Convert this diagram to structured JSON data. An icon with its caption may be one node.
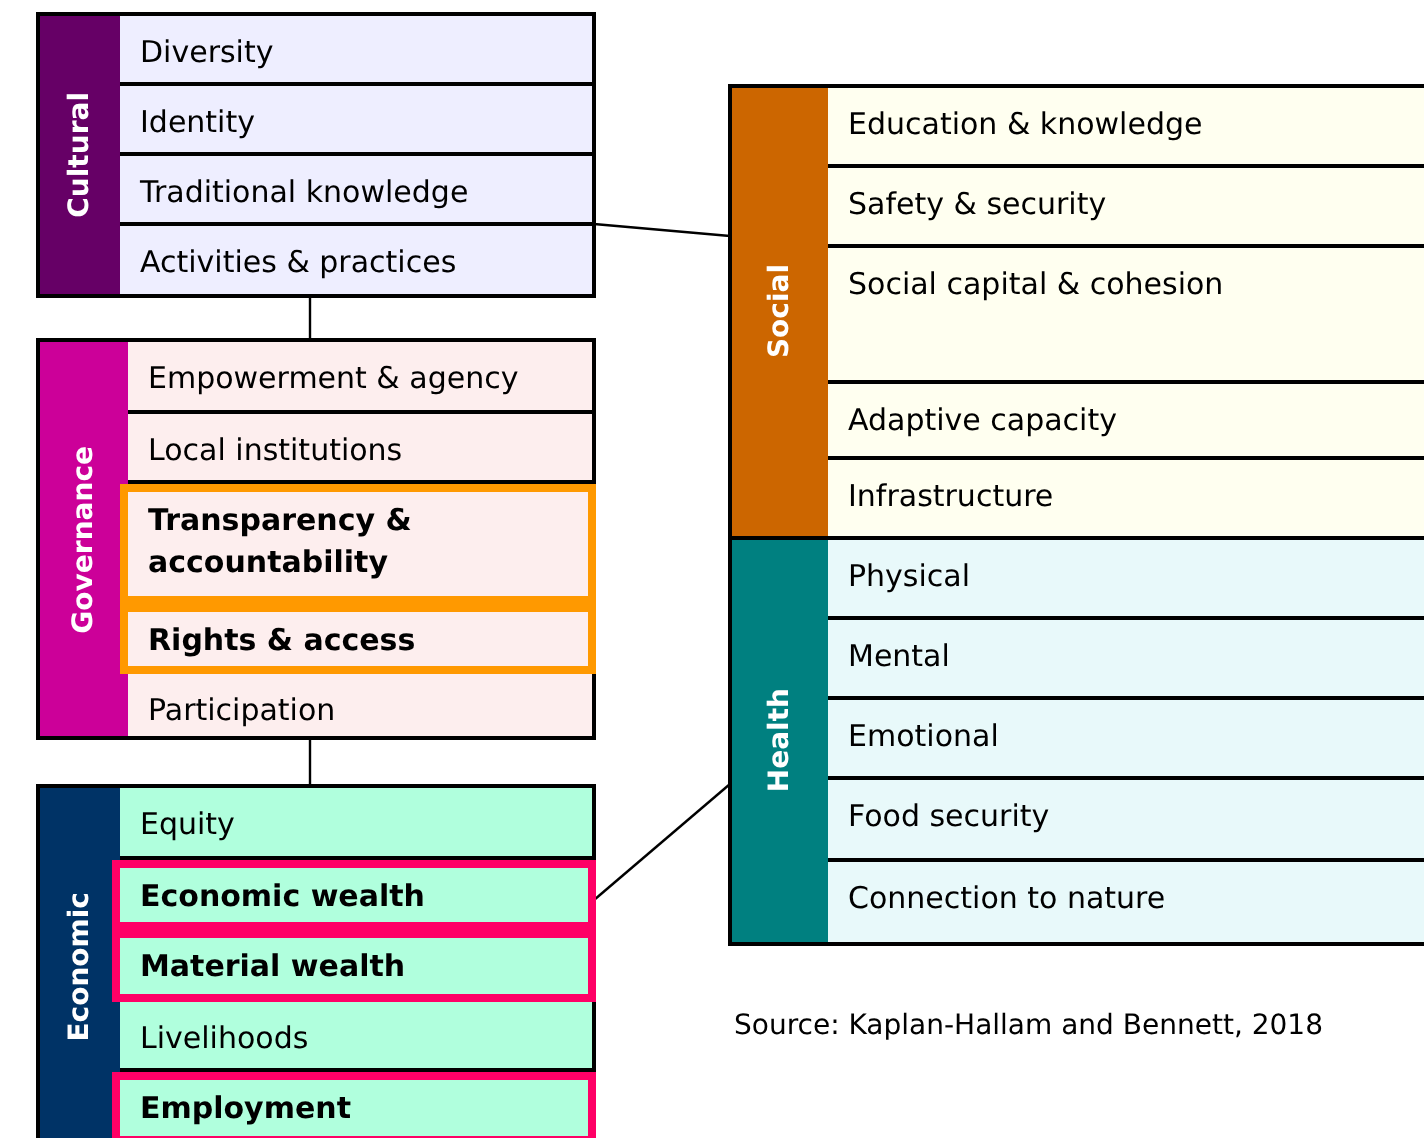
{
  "diagram": {
    "caption": "Source: Kaplan-Hallam and Bennett, 2018",
    "nodes": [
      {
        "text": [
          "Cultural"
        ]
      },
      {
        "text": [
          "Diversity"
        ],
        "in": 0
      },
      {
        "text": [
          "Identity"
        ],
        "in": 0
      },
      {
        "text": [
          "Traditional knowledge"
        ],
        "in": 0
      },
      {
        "text": [
          "Activities & practices"
        ],
        "in": 0
      },
      {
        "text": [
          "Governance"
        ]
      },
      {
        "text": [
          "Empowerment & agency"
        ],
        "in": 5
      },
      {
        "text": [
          "Local institutions"
        ],
        "in": 5
      },
      {
        "text": [
          "Transparency & accountability"
        ],
        "in": 5
      },
      {
        "text": [
          "Rights & access"
        ],
        "in": 5
      },
      {
        "text": [
          "Participation"
        ],
        "in": 5
      },
      {
        "text": [
          "Economic"
        ]
      },
      {
        "text": [
          "Equity"
        ],
        "in": 11
      },
      {
        "text": [
          "Economic wealth"
        ],
        "in": 11
      },
      {
        "text": [
          "Material wealth"
        ],
        "in": 11
      },
      {
        "text": [
          "Livelihoods"
        ],
        "in": 11
      },
      {
        "text": [
          "Employment"
        ],
        "in": 11
      },
      {
        "text": [
          "Social"
        ]
      },
      {
        "text": [
          "Education & knowledge"
        ],
        "in": 17
      },
      {
        "text": [
          "Safety & security"
        ],
        "in": 17
      },
      {
        "text": [
          "Social capital & cohesion"
        ],
        "in": 17
      },
      {
        "text": [
          "Adaptive capacity"
        ],
        "in": 17
      },
      {
        "text": [
          "Infrastructure"
        ],
        "in": 17
      },
      {
        "text": [
          "Health"
        ]
      },
      {
        "text": [
          "Physical"
        ],
        "in": 23
      },
      {
        "text": [
          "Mental"
        ],
        "in": 23
      },
      {
        "text": [
          "Emotional"
        ],
        "in": 23
      },
      {
        "text": [
          "Food security"
        ],
        "in": 23
      },
      {
        "text": [
          "Connection to nature"
        ],
        "in": 23
      }
    ],
    "edges": [
      {
        "from": 0,
        "to": 5,
        "arrow": "none"
      },
      {
        "from": 5,
        "to": 11,
        "arrow": "none"
      },
      {
        "from": 0,
        "to": 17,
        "arrow": "none"
      },
      {
        "from": 11,
        "to": 23,
        "arrow": "none"
      }
    ]
  }
}
